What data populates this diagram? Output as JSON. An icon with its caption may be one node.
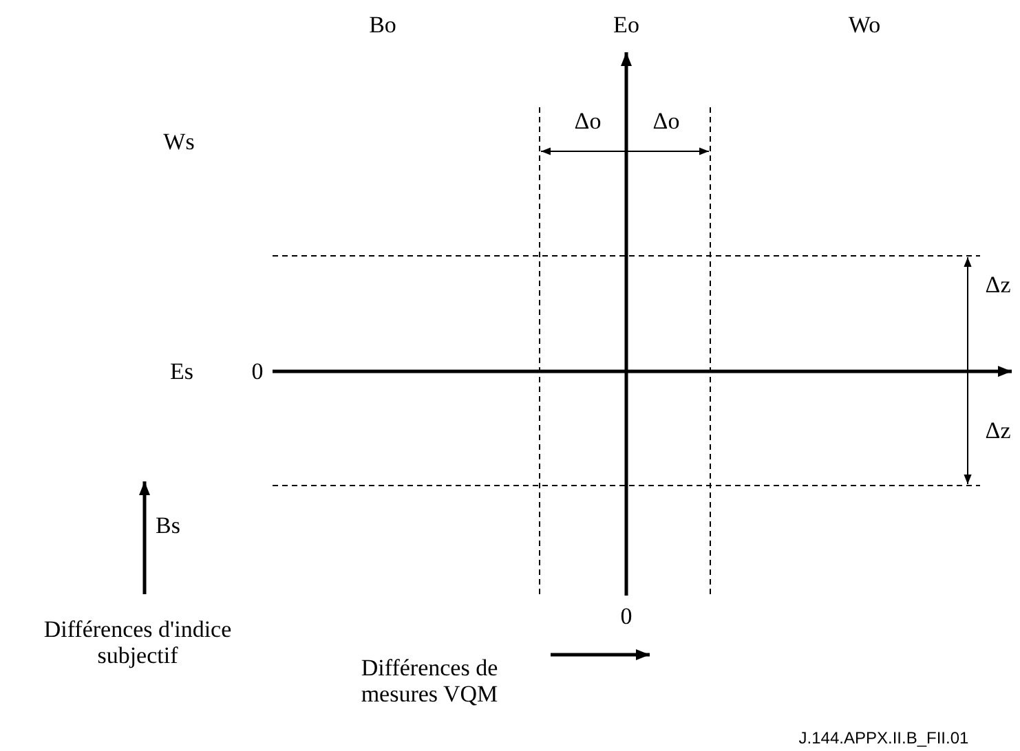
{
  "diagram": {
    "labels": [
      "Bo",
      "Eo",
      "Wo",
      "Ws",
      "Δo",
      "Δo",
      "Δz",
      "Es",
      "0",
      "Δz",
      "Bs",
      "Différences d'indice subjectif",
      "0",
      "Différences de mesures VQM",
      "J.144.APPX.II.B_FII.01"
    ]
  }
}
